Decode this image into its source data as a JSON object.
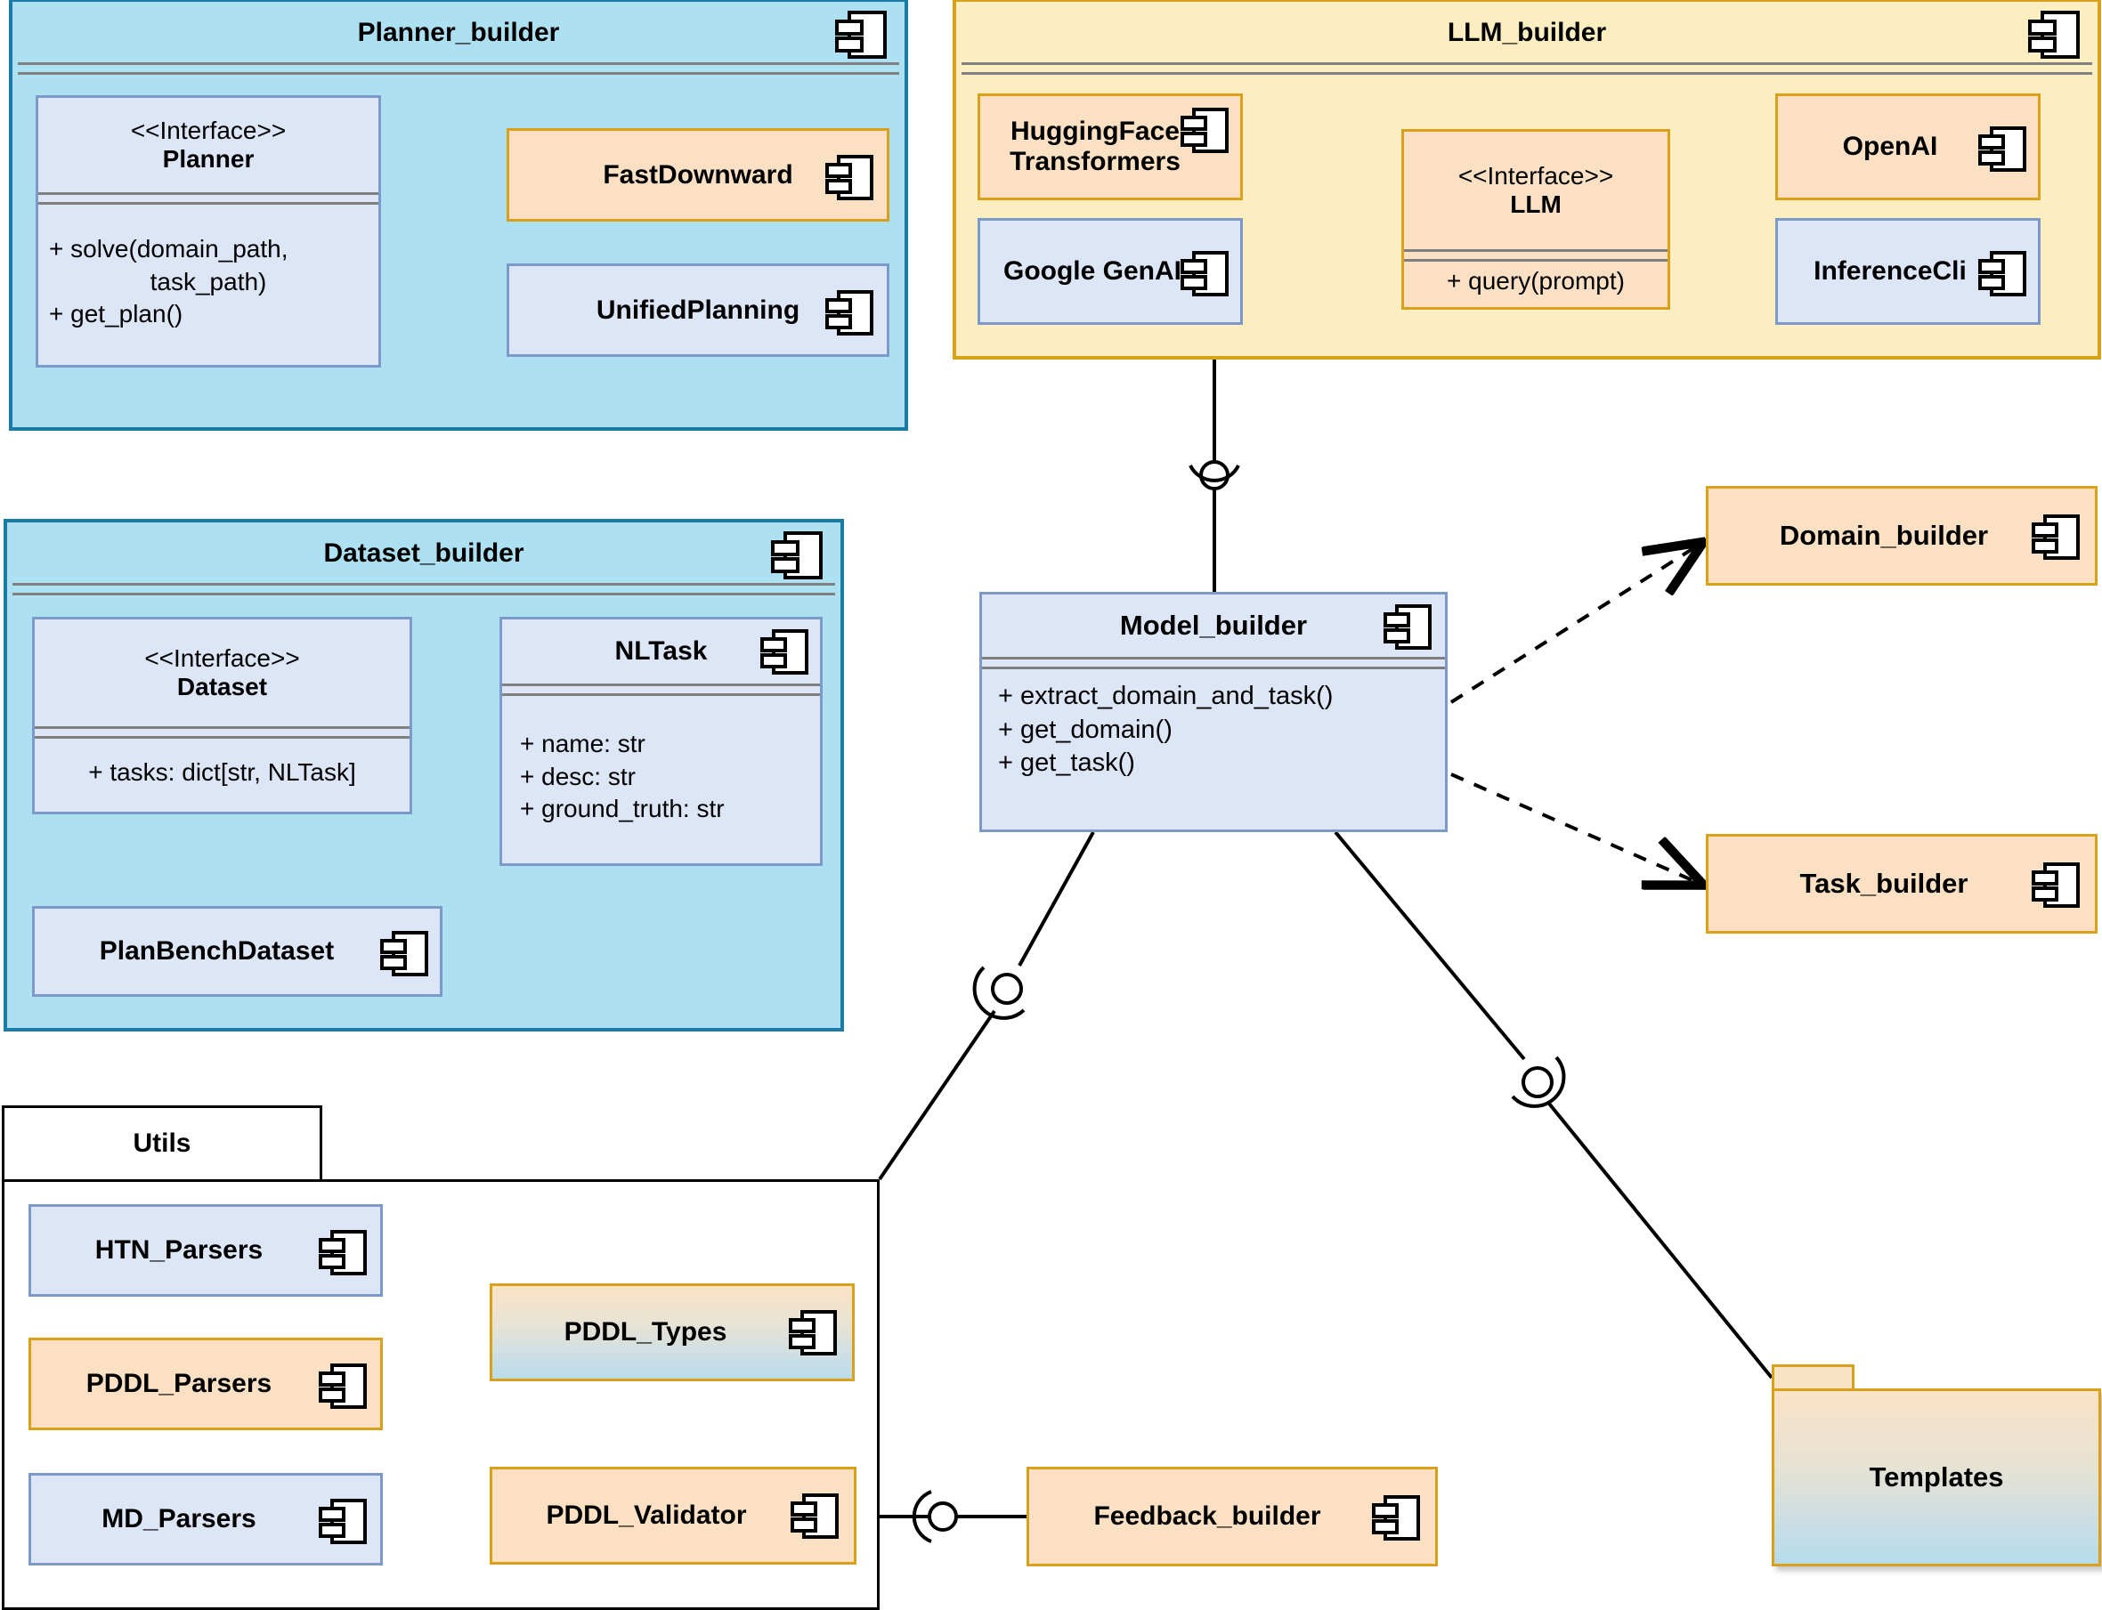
{
  "diagram": {
    "type": "uml-component-diagram",
    "colors": {
      "package_blue_fill": "#ade0f0",
      "package_blue_border": "#1b7ba8",
      "package_yellow_fill": "#fceec0",
      "package_yellow_border": "#d9a11a",
      "component_blue_fill": "#dce6f7",
      "component_blue_border": "#7b9ac9",
      "component_orange_fill": "#fce0c3",
      "component_orange_border": "#d9a11a",
      "separator_gray": "#808080",
      "line_black": "#000000"
    }
  },
  "packages": {
    "planner_builder": {
      "title": "Planner_builder",
      "interface": {
        "stereotype": "<<Interface>>",
        "name": "Planner",
        "operations": [
          "+ solve(domain_path,",
          "task_path)",
          "+ get_plan()"
        ]
      },
      "components": [
        {
          "label": "FastDownward",
          "style": "orange"
        },
        {
          "label": "UnifiedPlanning",
          "style": "blue"
        }
      ]
    },
    "llm_builder": {
      "title": "LLM_builder",
      "interface": {
        "stereotype": "<<Interface>>",
        "name": "LLM",
        "operations": [
          "+ query(prompt)"
        ]
      },
      "components": [
        {
          "label": "HuggingFace\nTransformers",
          "line1": "HuggingFace",
          "line2": "Transformers",
          "style": "orange"
        },
        {
          "label": "Google GenAI",
          "style": "blue"
        },
        {
          "label": "OpenAI",
          "style": "orange"
        },
        {
          "label": "InferenceCli",
          "style": "blue"
        }
      ]
    },
    "dataset_builder": {
      "title": "Dataset_builder",
      "interface": {
        "stereotype": "<<Interface>>",
        "name": "Dataset",
        "operations": [
          "+ tasks: dict[str, NLTask]"
        ]
      },
      "nltask": {
        "name": "NLTask",
        "attributes": [
          "+ name: str",
          "+ desc: str",
          "+ ground_truth: str"
        ]
      },
      "components": [
        {
          "label": "PlanBenchDataset",
          "style": "blue"
        }
      ]
    },
    "utils": {
      "title": "Utils",
      "components": [
        {
          "label": "HTN_Parsers",
          "style": "blue"
        },
        {
          "label": "PDDL_Parsers",
          "style": "orange"
        },
        {
          "label": "MD_Parsers",
          "style": "blue"
        },
        {
          "label": "PDDL_Types",
          "style": "gradient"
        },
        {
          "label": "PDDL_Validator",
          "style": "orange"
        }
      ]
    }
  },
  "components": {
    "model_builder": {
      "title": "Model_builder",
      "operations": [
        "+ extract_domain_and_task()",
        "+ get_domain()",
        "+ get_task()"
      ],
      "style": "blue"
    },
    "domain_builder": {
      "label": "Domain_builder",
      "style": "orange"
    },
    "task_builder": {
      "label": "Task_builder",
      "style": "orange"
    },
    "feedback_builder": {
      "label": "Feedback_builder",
      "style": "orange"
    },
    "templates": {
      "label": "Templates",
      "style": "folder-gradient"
    }
  },
  "icons": {
    "component": "component-icon",
    "realization_triangle": "hollow-triangle-icon",
    "ball": "provided-interface-ball-icon",
    "socket": "required-interface-socket-icon",
    "dashed_arrow": "dependency-arrow-icon"
  },
  "relations": [
    {
      "from": "FastDownward",
      "to": "Planner",
      "kind": "realization"
    },
    {
      "from": "UnifiedPlanning",
      "to": "Planner",
      "kind": "realization"
    },
    {
      "from": "HuggingFace Transformers",
      "to": "LLM",
      "kind": "realization"
    },
    {
      "from": "Google GenAI",
      "to": "LLM",
      "kind": "realization"
    },
    {
      "from": "OpenAI",
      "to": "LLM",
      "kind": "realization"
    },
    {
      "from": "InferenceCli",
      "to": "LLM",
      "kind": "realization"
    },
    {
      "from": "PlanBenchDataset",
      "to": "Dataset",
      "kind": "realization"
    },
    {
      "from": "Dataset",
      "to": "NLTask",
      "kind": "assembly"
    },
    {
      "from": "LLM_builder",
      "to": "Model_builder",
      "kind": "assembly"
    },
    {
      "from": "Model_builder",
      "to": "Domain_builder",
      "kind": "dependency"
    },
    {
      "from": "Model_builder",
      "to": "Task_builder",
      "kind": "dependency"
    },
    {
      "from": "Model_builder",
      "to": "Utils",
      "kind": "assembly"
    },
    {
      "from": "Model_builder",
      "to": "Templates",
      "kind": "assembly"
    },
    {
      "from": "HTN_Parsers/PDDL_Parsers",
      "to": "PDDL_Types",
      "kind": "assembly"
    },
    {
      "from": "PDDL_Validator",
      "to": "Feedback_builder",
      "kind": "assembly"
    }
  ]
}
